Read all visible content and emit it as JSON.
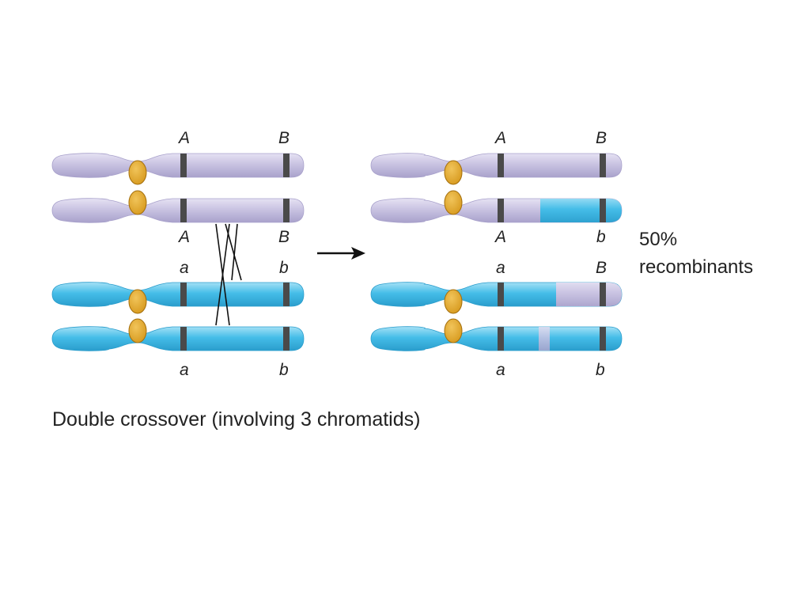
{
  "colors": {
    "background": "#ffffff",
    "lavender": "#c9c3e2",
    "lavender_light": "#e6e2f3",
    "lavender_edge": "#a8a1cb",
    "blue": "#45bde8",
    "blue_light": "#a6e1f6",
    "blue_edge": "#2a9dcc",
    "centromere": "#d79a1f",
    "centromere_edge": "#a36e0c",
    "band": "#4a4a4a",
    "text": "#222222"
  },
  "before": {
    "alleles": {
      "lav_top": [
        "A",
        "B"
      ],
      "lav_bottom": [
        "A",
        "B"
      ],
      "blue_top": [
        "a",
        "b"
      ],
      "blue_bottom": [
        "a",
        "b"
      ]
    }
  },
  "after": {
    "alleles": {
      "lav_top": [
        "A",
        "B"
      ],
      "lav_bottom": [
        "A",
        "b"
      ],
      "blue_top": [
        "a",
        "B"
      ],
      "blue_bottom": [
        "a",
        "b"
      ]
    }
  },
  "annotation": {
    "percent": "50%",
    "label": "recombinants"
  },
  "caption": "Double crossover (involving 3 chromatids)"
}
